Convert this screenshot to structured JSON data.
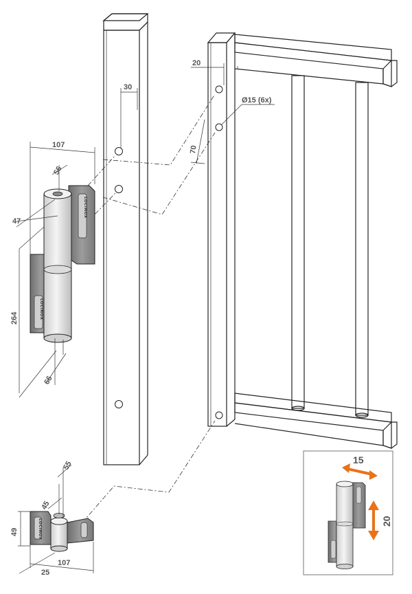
{
  "dimensions": {
    "width_hinge": "107",
    "offset_top": "56",
    "offset_left": "47",
    "height_hinge": "264",
    "barrel_dia": "66",
    "hole_offset": "30",
    "hole_edge": "20",
    "hole_label": "Ø15 (6x)",
    "hole_spacing": "70",
    "bottom_55": "55",
    "bottom_45": "45",
    "bottom_49": "49",
    "bottom_25": "25",
    "bottom_107": "107"
  },
  "inset": {
    "horizontal_adjust": "15",
    "vertical_adjust": "20",
    "arrow_color": "#E8731A"
  },
  "brand_text": "LOCINOX",
  "colors": {
    "bracket_grey": "#8a8a8a",
    "barrel_light": "#e4e4e4",
    "line": "#222222",
    "dim_text": "#555555"
  }
}
